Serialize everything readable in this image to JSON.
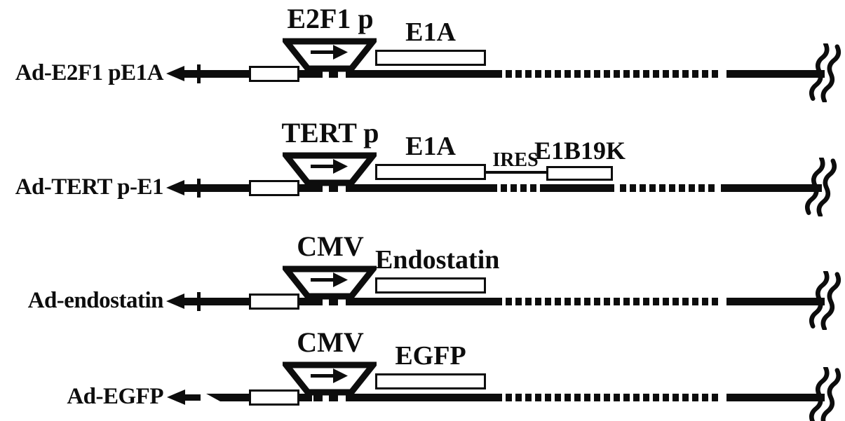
{
  "figure": {
    "background_color": "#ffffff",
    "ink_color": "#0d0d0d",
    "rows": [
      {
        "label": "Ad-E2F1 pE1A",
        "promoter_label": "E2F1 p",
        "gene1_label": "E1A"
      },
      {
        "label": "Ad-TERT p-E1",
        "promoter_label": "TERT p",
        "gene1_label": "E1A",
        "ires_label": "IRES",
        "gene2_label": "E1B19K"
      },
      {
        "label": "Ad-endostatin",
        "promoter_label": "CMV",
        "gene1_label": "Endostatin"
      },
      {
        "label": "Ad-EGFP",
        "promoter_label": "CMV",
        "gene1_label": "EGFP"
      }
    ]
  }
}
